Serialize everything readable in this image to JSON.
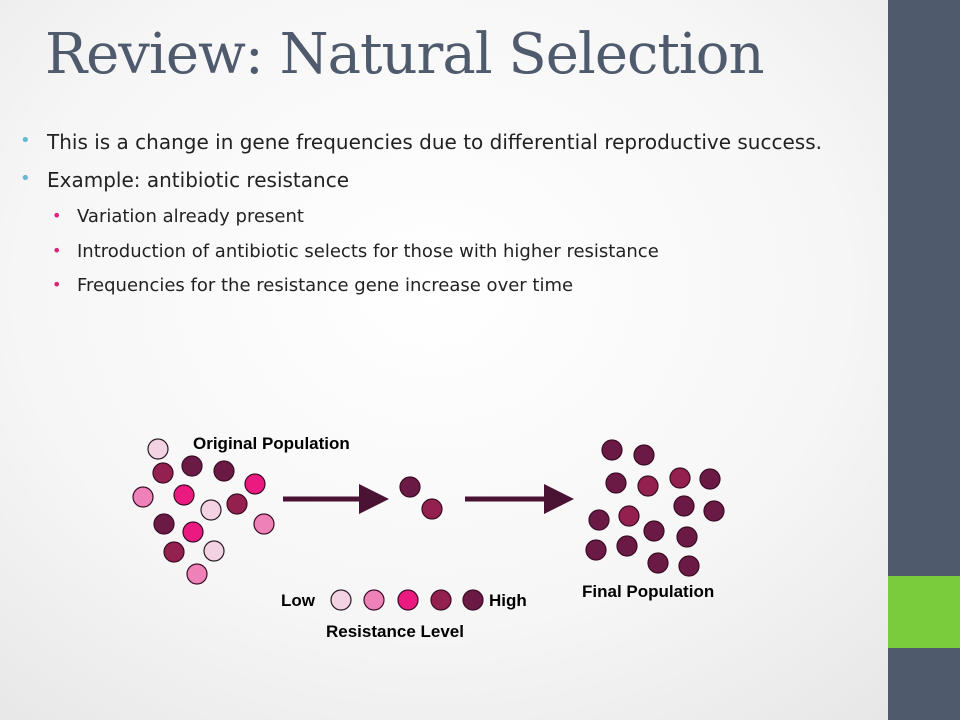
{
  "title": "Review: Natural Selection",
  "bullets": {
    "b1": "This is a change in gene frequencies due to differential reproductive success.",
    "b2": "Example: antibiotic resistance",
    "sub": [
      "Variation already present",
      "Introduction of antibiotic selects for those with higher resistance",
      "Frequencies for the resistance gene increase over time"
    ]
  },
  "diagram": {
    "original_label": "Original Population",
    "final_label": "Final Population",
    "legend_low": "Low",
    "legend_high": "High",
    "legend_title": "Resistance Level",
    "colors": {
      "level1": "#f3d3e3",
      "level2": "#ee82b8",
      "level3": "#ea1a80",
      "level4": "#93204f",
      "level5": "#6a1a44",
      "arrow": "#4a1233"
    }
  }
}
